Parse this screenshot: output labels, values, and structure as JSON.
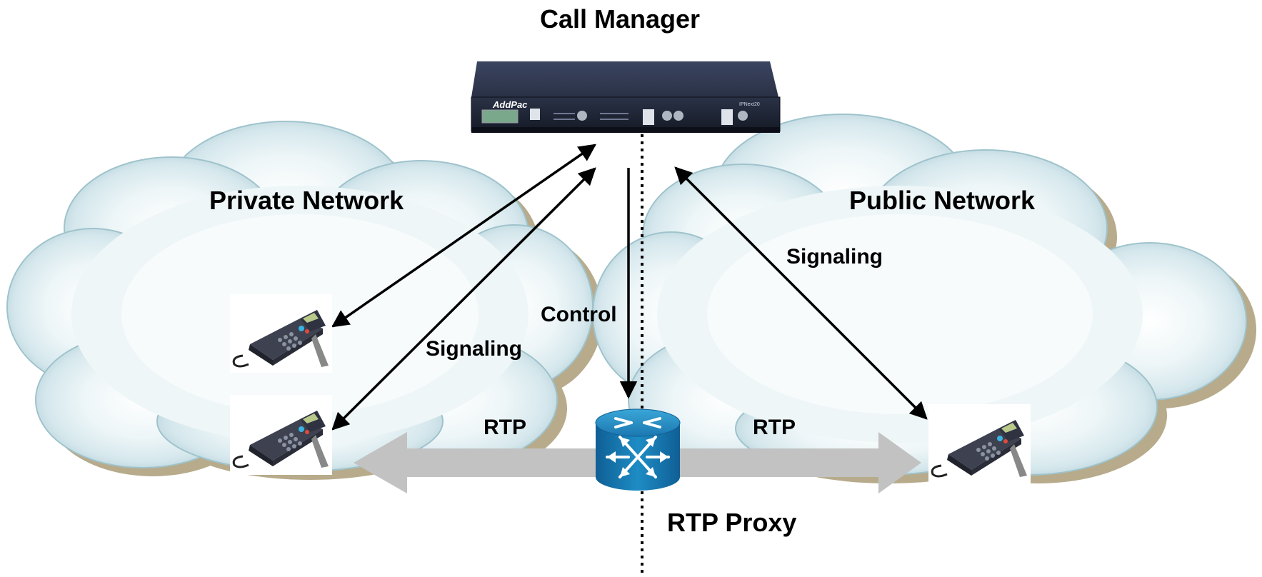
{
  "diagram": {
    "title": "Call Manager",
    "networks": {
      "private": "Private Network",
      "public": "Public Network"
    },
    "labels": {
      "signaling_private": "Signaling",
      "signaling_public": "Signaling",
      "control": "Control",
      "rtp_left": "RTP",
      "rtp_right": "RTP",
      "proxy": "RTP Proxy"
    },
    "device": {
      "brand": "AddPac",
      "model": "IPNext20"
    },
    "colors": {
      "cloud_fill": "#e6f1f4",
      "cloud_edge": "#9fc3cc",
      "cloud_shadow": "#b7ab8b",
      "rtp_arrow": "#c2c2c2",
      "router_blue": "#1f88bf",
      "server_body": "#1d2333"
    },
    "icons": [
      "ip-phone-icon",
      "router-icon",
      "server-appliance-icon"
    ]
  }
}
